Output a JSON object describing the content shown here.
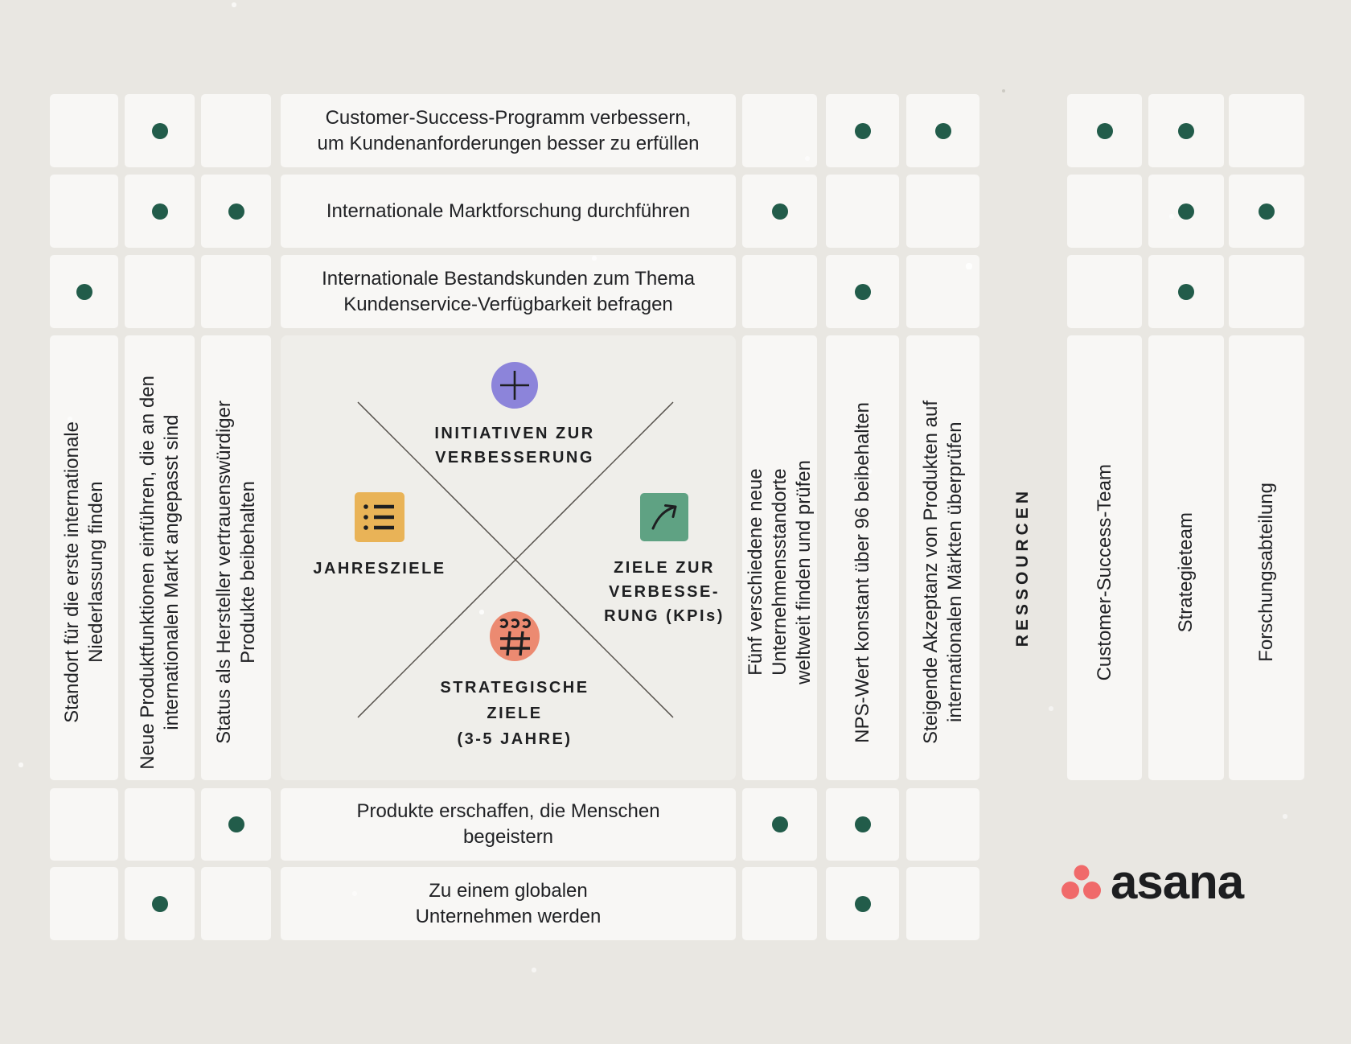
{
  "matrix": {
    "rows_top": [
      {
        "id": "T1",
        "label": "Customer-Success-Programm verbessern,\num Kundenanforderungen besser zu erfüllen"
      },
      {
        "id": "T2",
        "label": "Internationale Marktforschung durchführen"
      },
      {
        "id": "T3",
        "label": "Internationale Bestandskunden zum Thema\nKundenservice-Verfügbarkeit befragen"
      }
    ],
    "rows_bottom": [
      {
        "id": "B1",
        "label": "Produkte erschaffen, die Menschen\nbegeistern"
      },
      {
        "id": "B2",
        "label": "Zu einem globalen\nUnternehmen werden"
      }
    ],
    "columns_left": [
      {
        "id": "L1",
        "label": "Standort für die erste internationale\nNiederlassung finden"
      },
      {
        "id": "L2",
        "label": "Neue Produktfunktionen einführen, die an den\ninternationalen Markt angepasst sind"
      },
      {
        "id": "L3",
        "label": "Status als Hersteller vertrauenswürdiger\nProdukte beibehalten"
      }
    ],
    "columns_right": [
      {
        "id": "R1",
        "label": "Fünf verschiedene neue\nUnternehmensstandorte\nweltweit finden und prüfen"
      },
      {
        "id": "R2",
        "label": "NPS-Wert konstant über 96 beibehalten"
      },
      {
        "id": "R3",
        "label": "Steigende Akzeptanz von Produkten auf\ninternationalen Märkten überprüfen"
      }
    ],
    "resources": {
      "heading": "RESSOURCEN",
      "columns": [
        {
          "id": "RES1",
          "label": "Customer-Success-Team"
        },
        {
          "id": "RES2",
          "label": "Strategieteam"
        },
        {
          "id": "RES3",
          "label": "Forschungsabteilung"
        }
      ]
    },
    "quadrants": {
      "top": {
        "label": "INITIATIVEN ZUR\nVERBESSERUNG",
        "icon": "plus-icon",
        "color": "#8c84da"
      },
      "left": {
        "label": "JAHRESZIELE",
        "icon": "list-icon",
        "color": "#e9b357"
      },
      "right": {
        "label": "ZIELE ZUR\nVERBESSE-\nRUNG (KPIs)",
        "icon": "trend-arrow-icon",
        "color": "#5fa283"
      },
      "bottom": {
        "label": "STRATEGISCHE\nZIELE\n(3-5 JAHRE)",
        "icon": "goals-grid-icon",
        "color": "#ec8a71"
      }
    },
    "correlations": [
      {
        "row": "T1",
        "cols": [
          "L2",
          "R2",
          "R3",
          "RES1",
          "RES2"
        ]
      },
      {
        "row": "T2",
        "cols": [
          "L2",
          "L3",
          "R1",
          "RES2",
          "RES3"
        ]
      },
      {
        "row": "T3",
        "cols": [
          "L1",
          "R2",
          "RES2"
        ]
      },
      {
        "row": "B1",
        "cols": [
          "L3",
          "R1",
          "R2"
        ]
      },
      {
        "row": "B2",
        "cols": [
          "L2",
          "R2"
        ]
      }
    ],
    "dot_color": "#225c4a"
  },
  "footer": {
    "brand": "asana",
    "brand_color": "#f06a6a"
  }
}
